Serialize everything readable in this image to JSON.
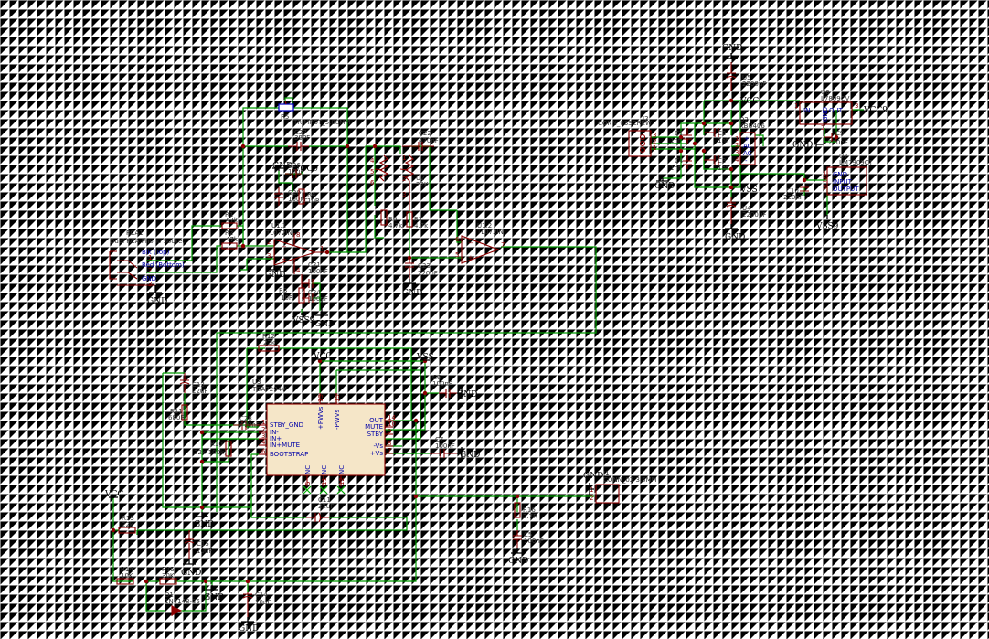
{
  "power_labels": {
    "gnd": "GND",
    "vcc": "VCC",
    "vss": "VSS",
    "vcc9": "VCC9",
    "vss9": "VSS9"
  },
  "components": {
    "rca1": {
      "ref": "RCA1",
      "value": "Dual RCA Phono Socket",
      "pins": {
        "p1": "Blk (Top)",
        "n1": "1",
        "p2": "Red (Bottom)",
        "n2": "2",
        "p3": "GND",
        "n3": "3"
      }
    },
    "r1": {
      "ref": "R1",
      "value": "47k"
    },
    "r2": {
      "ref": "R2",
      "value": "47k"
    },
    "r3": {
      "ref": "R3",
      "value": "10R"
    },
    "r4": {
      "ref": "R4",
      "value": "10R"
    },
    "r5": {
      "ref": "R5",
      "value": "TRIMPOT_5.08MM"
    },
    "c27": {
      "ref": "C27",
      "value": "39PF"
    },
    "c26": {
      "ref": "C26",
      "value": "10uF"
    },
    "c20": {
      "ref": "C20",
      "value": "100nF"
    },
    "c21": {
      "ref": "C21",
      "value": "100nF"
    },
    "c24": {
      "ref": "C24",
      "value": "100nF"
    },
    "u11": {
      "ref": "U1.1",
      "value": "TL072IN",
      "pin8": "8",
      "pin4": "4",
      "pin2": "2",
      "pin3": "3",
      "pin1": "1"
    },
    "c22": {
      "ref": "C22",
      "value": "470nF"
    },
    "u2": {
      "ref": "U2",
      "value": "22K"
    },
    "r6": {
      "ref": "R6",
      "value": "4.7k"
    },
    "r7": {
      "ref": "R7",
      "value": "4.7k"
    },
    "c23": {
      "ref": "C23",
      "value": "220nF"
    },
    "u12": {
      "ref": "U1.2",
      "value": "TL072IN",
      "pin6": "6",
      "pin5": "5",
      "pin7": "7"
    },
    "u5": {
      "ref": "U5",
      "value": "2200uF"
    },
    "u4": {
      "ref": "U4",
      "value": "2200uF"
    },
    "u6": {
      "ref": "U6",
      "value": "L7809CV",
      "in": "IN",
      "out": "OUT",
      "gnd": "GND",
      "n1": "1",
      "n2": "2",
      "n3": "3"
    },
    "u7": {
      "ref": "U7",
      "value": "LM7909CT",
      "gnd": "GND",
      "input": "INPUT",
      "output": "OUTPUT",
      "n1": "1",
      "n2": "2",
      "n3": "3"
    },
    "d2": {
      "ref": "D2",
      "value": "KBU406",
      "plus": "+",
      "ac1": "AC",
      "ac2": "AC",
      "minus": "-",
      "n1": "1",
      "n2": "2",
      "n3": "3",
      "n4": "4"
    },
    "j2": {
      "ref": "J2",
      "value": "CONN_03SCREW",
      "n1": "1",
      "n2": "2",
      "n3": "3"
    },
    "c1": {
      "ref": "C1",
      "value": "1nf"
    },
    "c2": {
      "ref": "C2",
      "value": "1nf"
    },
    "c3": {
      "ref": "C3",
      "value": "1nf"
    },
    "c4": {
      "ref": "C4",
      "value": "1nf"
    },
    "c9": {
      "ref": "C9",
      "value": "220nF"
    },
    "c10": {
      "ref": "C10",
      "value": "220nF"
    },
    "u3": {
      "ref": "U3",
      "value": "TDA7294V",
      "left_pins": [
        {
          "num": "1",
          "name": "STBY_GND"
        },
        {
          "num": "2",
          "name": "IN-"
        },
        {
          "num": "3",
          "name": "IN+"
        },
        {
          "num": "4",
          "name": "IN+MUTE"
        },
        {
          "num": "6",
          "name": "BOOTSTRAP"
        }
      ],
      "right_pins": [
        {
          "num": "14",
          "name": "OUT"
        },
        {
          "num": "10",
          "name": "MUTE"
        },
        {
          "num": "9",
          "name": "STBY"
        },
        {
          "num": "8",
          "name": "-Vs"
        },
        {
          "num": "7",
          "name": "+Vs"
        }
      ],
      "top_pins": [
        {
          "num": "13",
          "name": "+PWVs"
        },
        {
          "num": "15",
          "name": "-PWVs"
        }
      ],
      "bottom_pins": [
        {
          "num": "5",
          "name": "NC"
        },
        {
          "num": "11",
          "name": "NC"
        },
        {
          "num": "12",
          "name": "NC"
        }
      ]
    },
    "r12": {
      "ref": "R12",
      "value": "22k"
    },
    "c13": {
      "ref": "C13",
      "value": "22uF"
    },
    "r11": {
      "ref": "R11",
      "value": "680R"
    },
    "c28": {
      "ref": "C28",
      "value": "470nF"
    },
    "r10": {
      "ref": "R10",
      "value": "22k(100k)"
    },
    "c6": {
      "ref": "C6",
      "value": "100nF"
    },
    "c7": {
      "ref": "C7",
      "value": "100nF"
    },
    "c11": {
      "ref": "C11",
      "value": "22uF"
    },
    "j1": {
      "ref": "J1",
      "value": "CONN_02 3.5MM",
      "n1": "1",
      "n2": "2"
    },
    "r16": {
      "ref": "R16",
      "value": "2.7R"
    },
    "c5": {
      "ref": "C5",
      "value": "100nF"
    },
    "r13": {
      "ref": "R13",
      "value": "22k"
    },
    "c15": {
      "ref": "C15",
      "value": "10uF"
    },
    "r14": {
      "ref": "R14",
      "value": "10K"
    },
    "r15": {
      "ref": "R15",
      "value": "30K"
    },
    "d1": {
      "ref": "D1",
      "value": "1N4148-35"
    },
    "c14": {
      "ref": "C14",
      "value": "10uF"
    }
  }
}
